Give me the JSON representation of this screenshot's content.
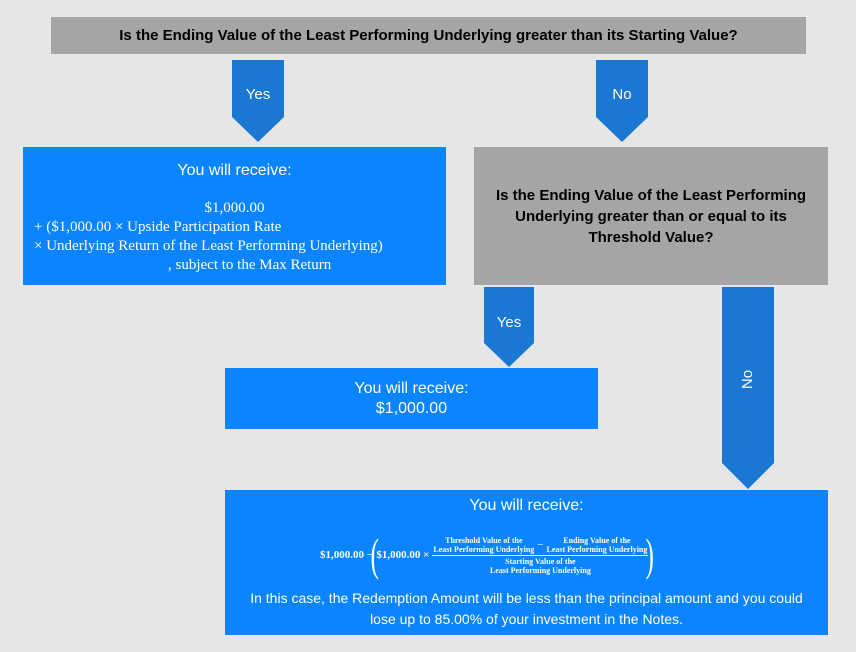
{
  "top_question": "Is the Ending Value of the Least Performing Underlying greater than its Starting Value?",
  "arrows": {
    "yes_top": "Yes",
    "no_top": "No",
    "yes_mid": "Yes",
    "no_mid": "No"
  },
  "yes_outcome": {
    "heading": "You will receive:",
    "lines": [
      "$1,000.00",
      "+ ($1,000.00 × Upside Participation Rate",
      "× Underlying Return of the Least Performing Underlying)",
      ", subject to the Max Return"
    ]
  },
  "second_question": "Is the Ending Value of the Least Performing Underlying greater than or equal to its Threshold Value?",
  "mid_outcome": {
    "heading": "You will receive:",
    "amount": "$1,000.00"
  },
  "bottom_outcome": {
    "heading": "You will receive:",
    "formula": {
      "lead": "$1,000.00 −",
      "term": "$1,000.00 ×",
      "num_a_1": "Threshold Value of the",
      "num_a_2": "Least Performing Underlying",
      "minus": "−",
      "num_b_1": "Ending Value of the",
      "num_b_2": "Least Performing Underlying",
      "den_1": "Starting Value of the",
      "den_2": "Least Performing Underlying"
    },
    "note_line1": "In this case, the Redemption Amount will be less than the principal amount and you could",
    "note_line2": "lose up to 85.00% of your investment in the Notes."
  },
  "colors": {
    "background": "#e6e6e6",
    "grey_box": "#a5a5a5",
    "blue_box": "#0b84ff",
    "arrow": "#1a77d2"
  }
}
